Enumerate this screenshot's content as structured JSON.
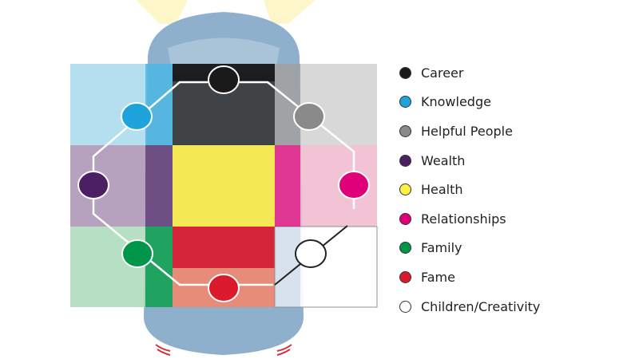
{
  "legend": [
    {
      "label": "Career",
      "color": "#1a1a1a"
    },
    {
      "label": "Knowledge",
      "color": "#1ea3dc"
    },
    {
      "label": "Helpful People",
      "color": "#8a8a8a"
    },
    {
      "label": "Wealth",
      "color": "#4a1f63"
    },
    {
      "label": "Health",
      "color": "#ffee44"
    },
    {
      "label": "Relationships",
      "color": "#e0007a"
    },
    {
      "label": "Family",
      "color": "#00964a"
    },
    {
      "label": "Fame",
      "color": "#dc1a2e"
    },
    {
      "label": "Children/Creativity",
      "color": "#ffffff"
    }
  ]
}
